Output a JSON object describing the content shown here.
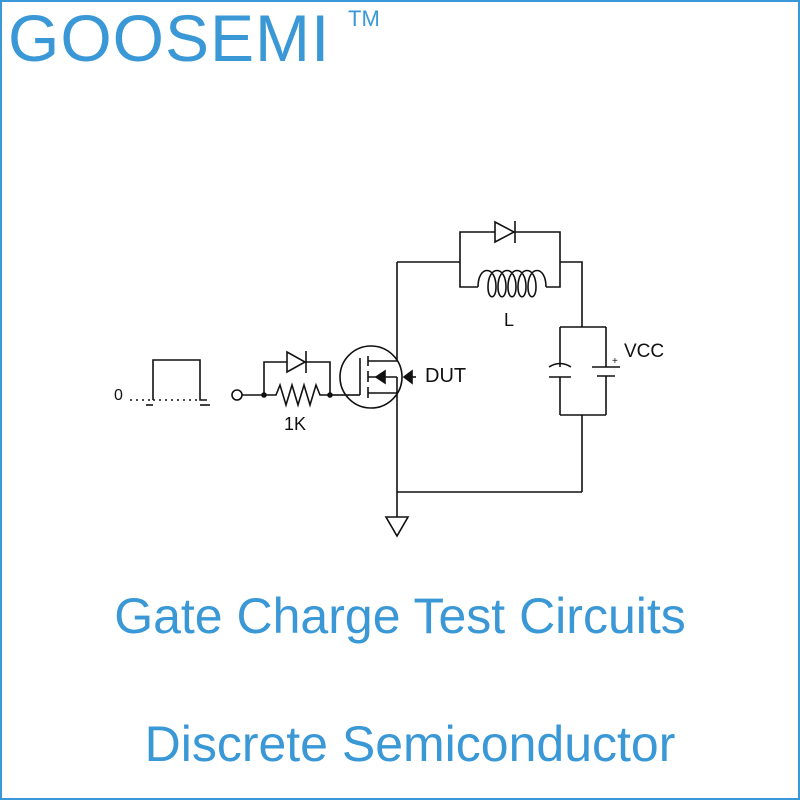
{
  "brand": {
    "name": "GOOSEMI",
    "trademark": "TM"
  },
  "diagram": {
    "labels": {
      "zero": "0",
      "resistor": "1K",
      "inductor": "L",
      "transistor": "DUT",
      "supply": "VCC",
      "plus": "+"
    }
  },
  "footer": {
    "title": "Gate Charge Test Circuits",
    "subtitle": "Discrete Semiconductor"
  },
  "colors": {
    "accent": "#3a98d6",
    "line": "#111111"
  }
}
